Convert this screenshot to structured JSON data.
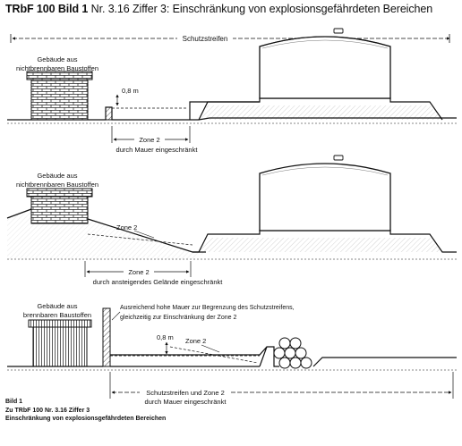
{
  "title": {
    "prefix": "TRbF 100 Bild 1",
    "text": " Nr. 3.16 Ziffer 3: Einschränkung von explosionsgefährdeten Bereichen"
  },
  "panel1": {
    "schutzstreifen": "Schutzstreifen",
    "building_line1": "Gebäude aus",
    "building_line2": "nichtbrennbaren Baustoffen",
    "height": "0,8 m",
    "zone": "Zone 2",
    "note": "durch Mauer eingeschränkt"
  },
  "panel2": {
    "building_line1": "Gebäude aus",
    "building_line2": "nichtbrennbaren Baustoffen",
    "zone_slope": "Zone 2",
    "zone": "Zone 2",
    "note": "durch ansteigendes Gelände eingeschränkt"
  },
  "panel3": {
    "building_line1": "Gebäude aus",
    "building_line2": "brennbaren Baustoffen",
    "wall_note_line1": "Ausreichend hohe Mauer zur Begrenzung des Schutzstreifens,",
    "wall_note_line2": "gleichzeitig zur Einschränkung der Zone 2",
    "height": "0,8 m",
    "zone_in": "Zone 2",
    "note_line1": "Schutzstreifen und Zone 2",
    "note_line2": "durch Mauer eingeschränkt"
  },
  "caption": {
    "line1": "Bild 1",
    "line2": "Zu TRbF 100 Nr. 3.16 Ziffer 3",
    "line3": "Einschränkung von explosionsgefährdeten Bereichen"
  }
}
